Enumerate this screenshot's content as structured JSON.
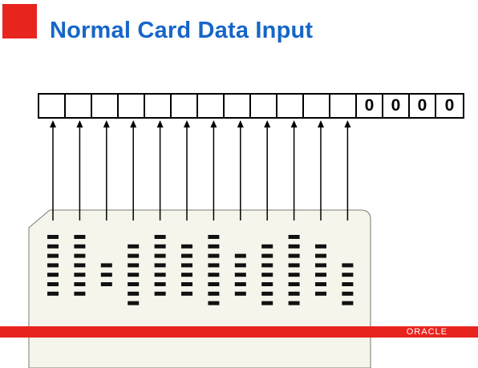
{
  "slide": {
    "title": "Normal Card Data Input",
    "accent_color": "#e8241f",
    "title_color": "#1666c7"
  },
  "register": {
    "cells": [
      "",
      "",
      "",
      "",
      "",
      "",
      "",
      "",
      "",
      "",
      "",
      "",
      "0",
      "0",
      "0",
      "0"
    ]
  },
  "card": {
    "background": "#f6f5ec",
    "columns": [
      {
        "holes": [
          0,
          1,
          2,
          3,
          4,
          5,
          6
        ]
      },
      {
        "holes": [
          0,
          1,
          2,
          3,
          4,
          5,
          6
        ]
      },
      {
        "holes": [
          3,
          4,
          5
        ]
      },
      {
        "holes": [
          1,
          2,
          3,
          4,
          5,
          6,
          7
        ]
      },
      {
        "holes": [
          0,
          1,
          2,
          3,
          4,
          5,
          6
        ]
      },
      {
        "holes": [
          1,
          2,
          3,
          4,
          5,
          6
        ]
      },
      {
        "holes": [
          0,
          1,
          2,
          3,
          4,
          5,
          6,
          7
        ]
      },
      {
        "holes": [
          2,
          3,
          4,
          5,
          6
        ]
      },
      {
        "holes": [
          1,
          2,
          3,
          4,
          5,
          6,
          7
        ]
      },
      {
        "holes": [
          0,
          1,
          2,
          3,
          4,
          5,
          6,
          7
        ]
      },
      {
        "holes": [
          1,
          2,
          3,
          4,
          5,
          6
        ]
      },
      {
        "holes": [
          3,
          4,
          5,
          6,
          7
        ]
      }
    ]
  },
  "footer": {
    "logo_text": "ORACLE"
  }
}
